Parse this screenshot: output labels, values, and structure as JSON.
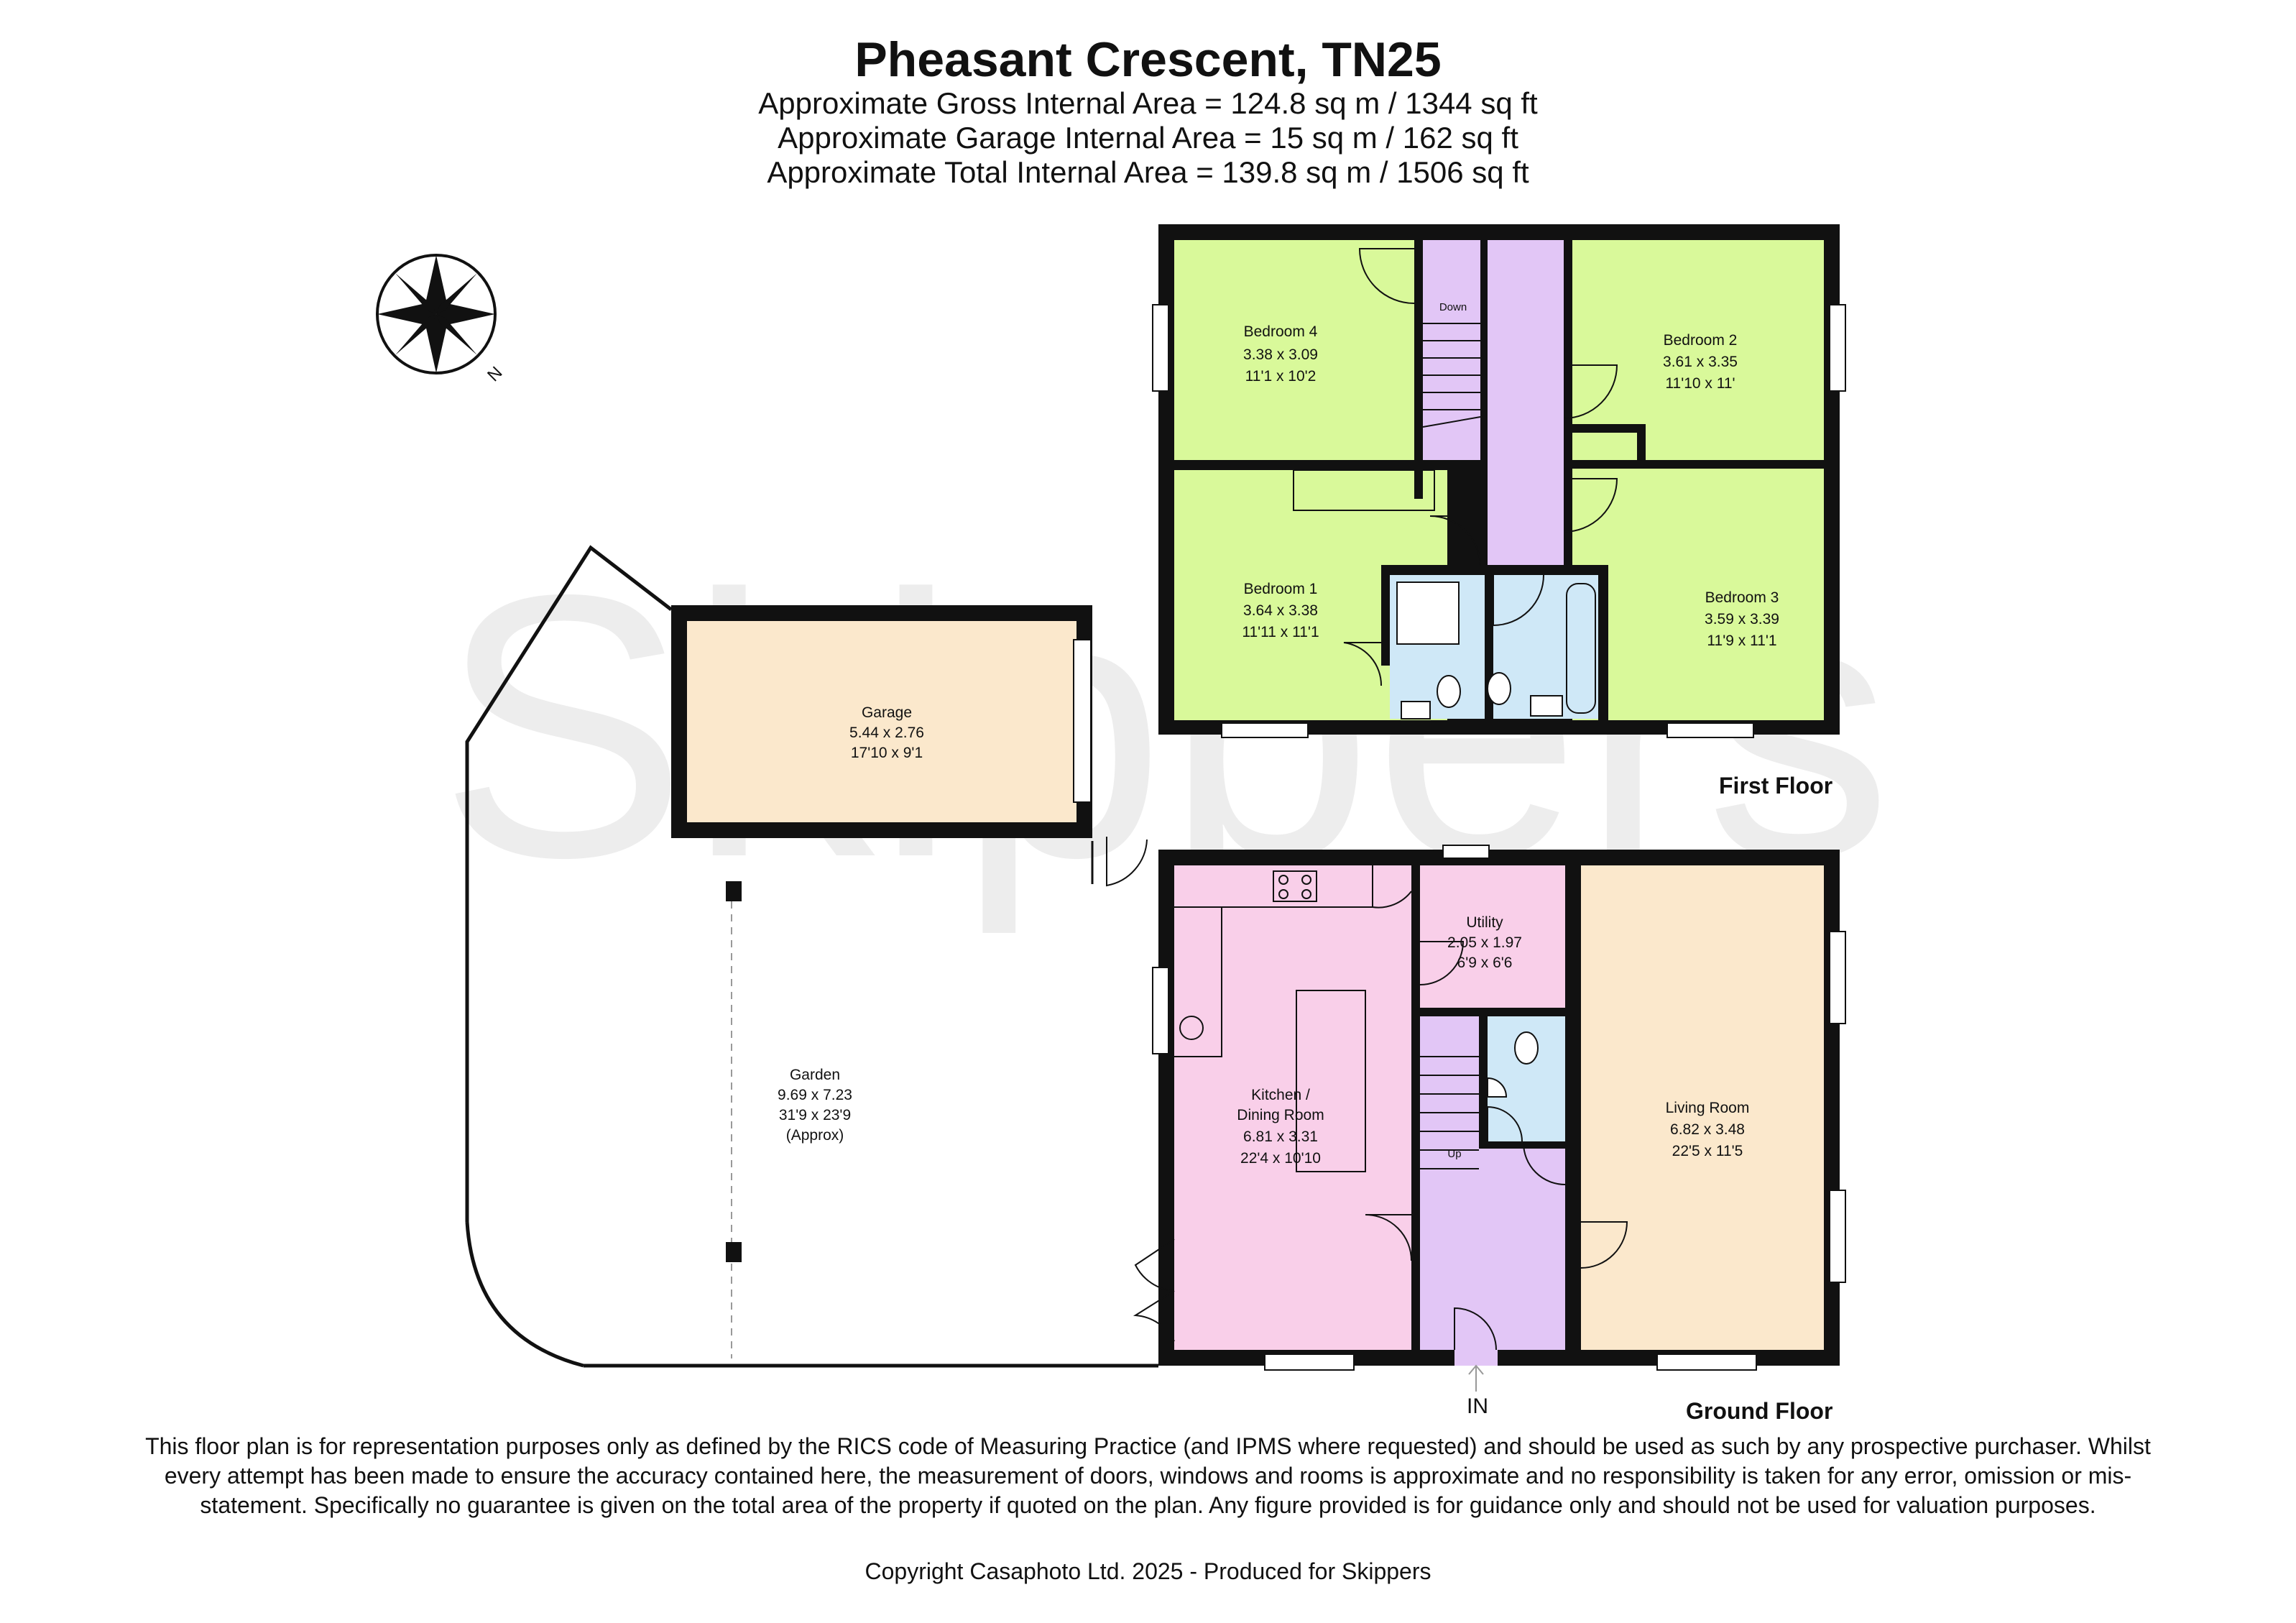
{
  "header": {
    "title": "Pheasant Crescent, TN25",
    "gross_area": "Approximate Gross Internal Area = 124.8 sq m / 1344 sq ft",
    "garage_area": "Approximate Garage Internal Area = 15 sq m / 162 sq ft",
    "total_area": "Approximate Total Internal Area = 139.8 sq m / 1506 sq ft"
  },
  "watermark": "Skippers",
  "compass": {
    "label": "N"
  },
  "floors": {
    "first": "First Floor",
    "ground": "Ground Floor"
  },
  "rooms": {
    "bedroom4": {
      "name": "Bedroom 4",
      "metric": "3.38 x 3.09",
      "imperial": "11'1 x 10'2"
    },
    "bedroom2": {
      "name": "Bedroom 2",
      "metric": "3.61 x 3.35",
      "imperial": "11'10 x 11'"
    },
    "bedroom1": {
      "name": "Bedroom 1",
      "metric": "3.64 x 3.38",
      "imperial": "11'11 x 11'1"
    },
    "bedroom3": {
      "name": "Bedroom 3",
      "metric": "3.59 x 3.39",
      "imperial": "11'9 x 11'1"
    },
    "garage": {
      "name": "Garage",
      "metric": "5.44 x 2.76",
      "imperial": "17'10 x 9'1"
    },
    "garden": {
      "name": "Garden",
      "metric": "9.69 x 7.23",
      "imperial": "31'9 x 23'9",
      "note": "(Approx)"
    },
    "kitchen": {
      "name": "Kitchen /",
      "name2": "Dining Room",
      "metric": "6.81 x 3.31",
      "imperial": "22'4 x 10'10"
    },
    "utility": {
      "name": "Utility",
      "metric": "2.05 x 1.97",
      "imperial": "6'9 x 6'6"
    },
    "living": {
      "name": "Living Room",
      "metric": "6.82 x 3.48",
      "imperial": "22'5 x 11'5"
    }
  },
  "stairs": {
    "down": "Down",
    "up": "Up"
  },
  "entrance": "IN",
  "colors": {
    "bedroom": "#d9f99a",
    "landing": "#e2c6f6",
    "bathroom": "#cfe8f7",
    "garage": "#fbe8cc",
    "kitchen": "#f9cfe9",
    "living": "#fbe8cc",
    "wall": "#111111"
  },
  "disclaimer": "This floor plan is for representation purposes only as defined by the RICS code of Measuring Practice (and IPMS where requested) and should be used as such by any prospective purchaser. Whilst every attempt has been made to ensure the accuracy contained here, the measurement of doors, windows and rooms is approximate and no responsibility is taken for any error, omission or mis-statement. Specifically no guarantee is given on the total area of the property if quoted on the plan. Any figure provided is for guidance only and should not be used for valuation purposes.",
  "copyright": "Copyright Casaphoto Ltd. 2025 - Produced for Skippers"
}
